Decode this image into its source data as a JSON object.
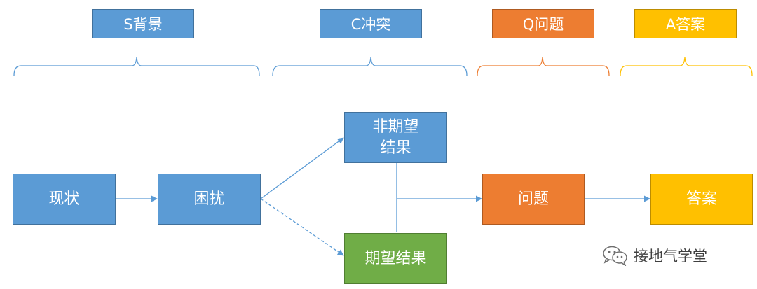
{
  "headers": {
    "s": "S背景",
    "c": "C冲突",
    "q": "Q问题",
    "a": "A答案"
  },
  "nodes": {
    "current_state": "现状",
    "trouble": "困扰",
    "undesired_result": "非期望\n结果",
    "desired_result": "期望结果",
    "question": "问题",
    "answer": "答案"
  },
  "colors": {
    "blue": "#5b9bd5",
    "orange": "#ed7d31",
    "yellow": "#ffc000",
    "green": "#70ad47"
  },
  "watermark": {
    "text": "接地气学堂",
    "icon": "wechat-icon"
  }
}
